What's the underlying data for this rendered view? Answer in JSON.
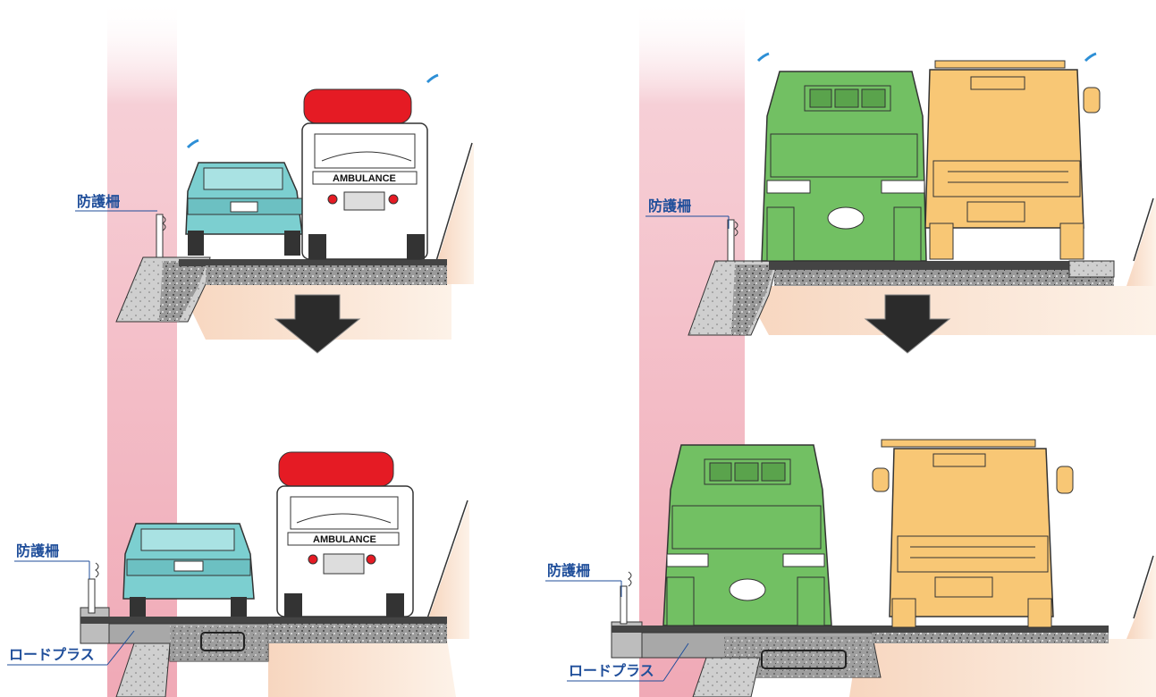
{
  "labels": {
    "guardrail": "防護柵",
    "road_plus": "ロードプラス",
    "ambulance": "AMBULANCE"
  },
  "colors": {
    "car": "#7ccfd0",
    "dump_truck": "#72c063",
    "fire_truck": "#f8c775",
    "ambulance_light": "#e51b24",
    "label": "#1f4e9a",
    "arrow": "#2b2b2b",
    "shoulder_band": "#f3c6cf",
    "ground": "#f6d9c2"
  }
}
